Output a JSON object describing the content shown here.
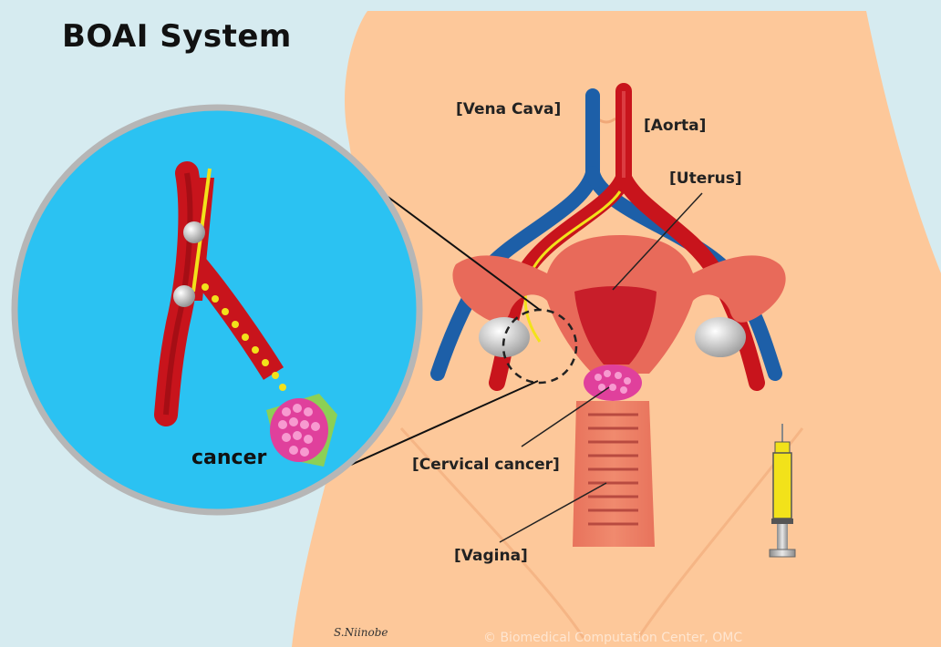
{
  "title": "BOAI System",
  "labels": {
    "vena_cava": "[Vena Cava]",
    "aorta": "[Aorta]",
    "uterus": "[Uterus]",
    "cervical_cancer": "[Cervical cancer]",
    "vagina": "[Vagina]",
    "cancer": "cancer"
  },
  "signature": "S.Niinobe",
  "copyright": "© Biomedical Computation Center, OMC",
  "colors": {
    "background": "#d6ebf0",
    "skin": "#fdc89a",
    "artery": "#c8141c",
    "vein": "#1d5fa8",
    "uterus": "#e86a5a",
    "magnified_view": "#2bc2f2",
    "tumor": "#e0409c",
    "catheter": "#f2e21a"
  }
}
